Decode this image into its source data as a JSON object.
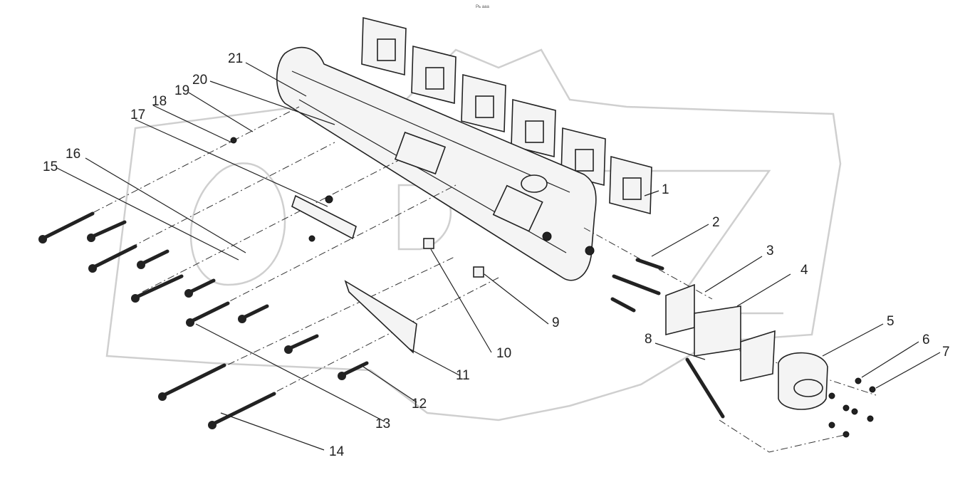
{
  "header": {
    "caption": "Рь ааа"
  },
  "diagram": {
    "callouts": [
      "1",
      "2",
      "3",
      "4",
      "5",
      "6",
      "7",
      "8",
      "9",
      "10",
      "11",
      "12",
      "13",
      "14",
      "15",
      "16",
      "17",
      "18",
      "19",
      "20",
      "21"
    ]
  }
}
